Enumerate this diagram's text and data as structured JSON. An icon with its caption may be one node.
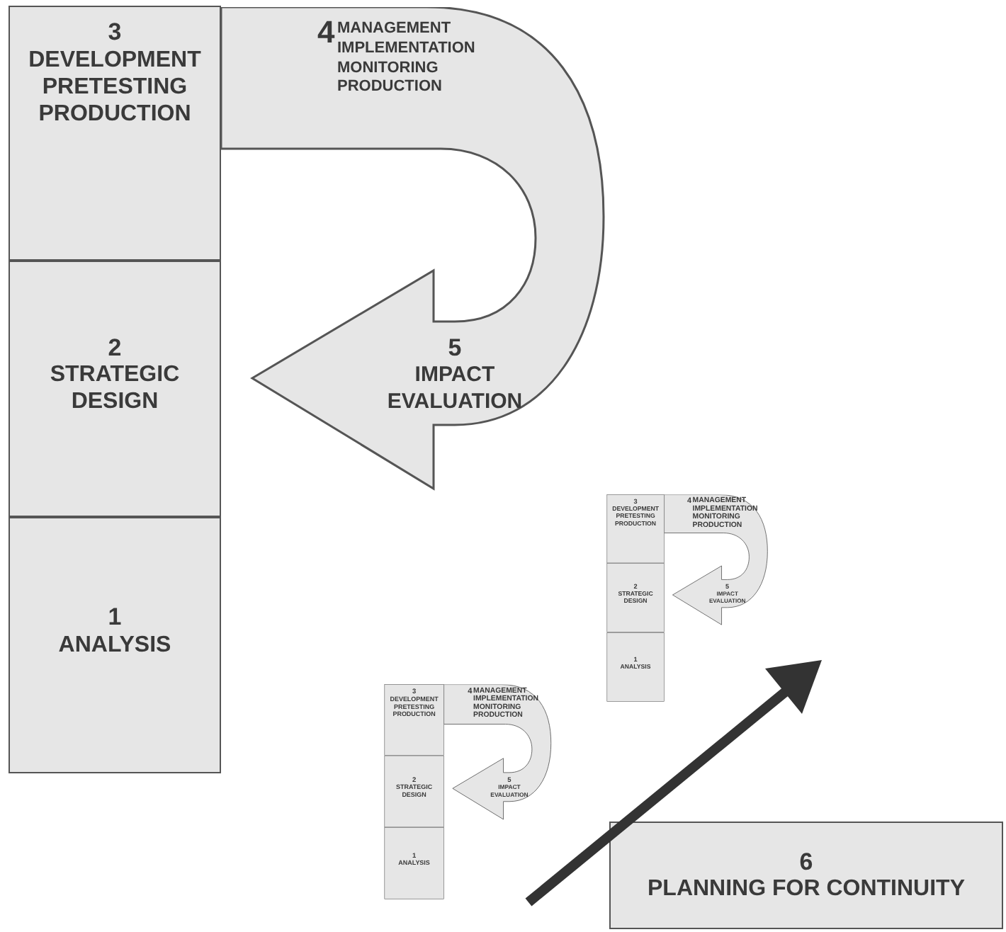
{
  "diagram": {
    "nodes": [
      {
        "text": [
          "3",
          "DEVELOPMENT PRETESTING PRODUCTION"
        ]
      },
      {
        "text": [
          "2",
          "STRATEGIC DESIGN"
        ]
      },
      {
        "text": [
          "1",
          "ANALYSIS"
        ]
      },
      {
        "text": [
          "4",
          "MANAGEMENT IMPLEMENTATION MONITORING PRODUCTION",
          "5",
          "IMPACT EVALUATION"
        ]
      },
      {
        "text": [
          "3",
          "DEVELOPMENT PRETESTING PRODUCTION"
        ]
      },
      {
        "text": [
          "2",
          "STRATEGIC DESIGN"
        ]
      },
      {
        "text": [
          "1",
          "ANALYSIS"
        ]
      },
      {
        "text": [
          "4",
          "MANAGEMENT IMPLEMENTATION MONITORING PRODUCTION",
          "5",
          "IMPACT EVALUATION"
        ]
      },
      {
        "text": [
          "3",
          "DEVELOPMENT PRETESTING PRODUCTION"
        ]
      },
      {
        "text": [
          "2",
          "STRATEGIC DESIGN"
        ]
      },
      {
        "text": [
          "1",
          "ANALYSIS"
        ]
      },
      {
        "text": [
          "4",
          "MANAGEMENT IMPLEMENTATION MONITORING PRODUCTION",
          "5",
          "IMPACT EVALUATION"
        ]
      },
      {
        "text": [
          "6",
          "PLANNING FOR CONTINUITY"
        ]
      }
    ]
  }
}
